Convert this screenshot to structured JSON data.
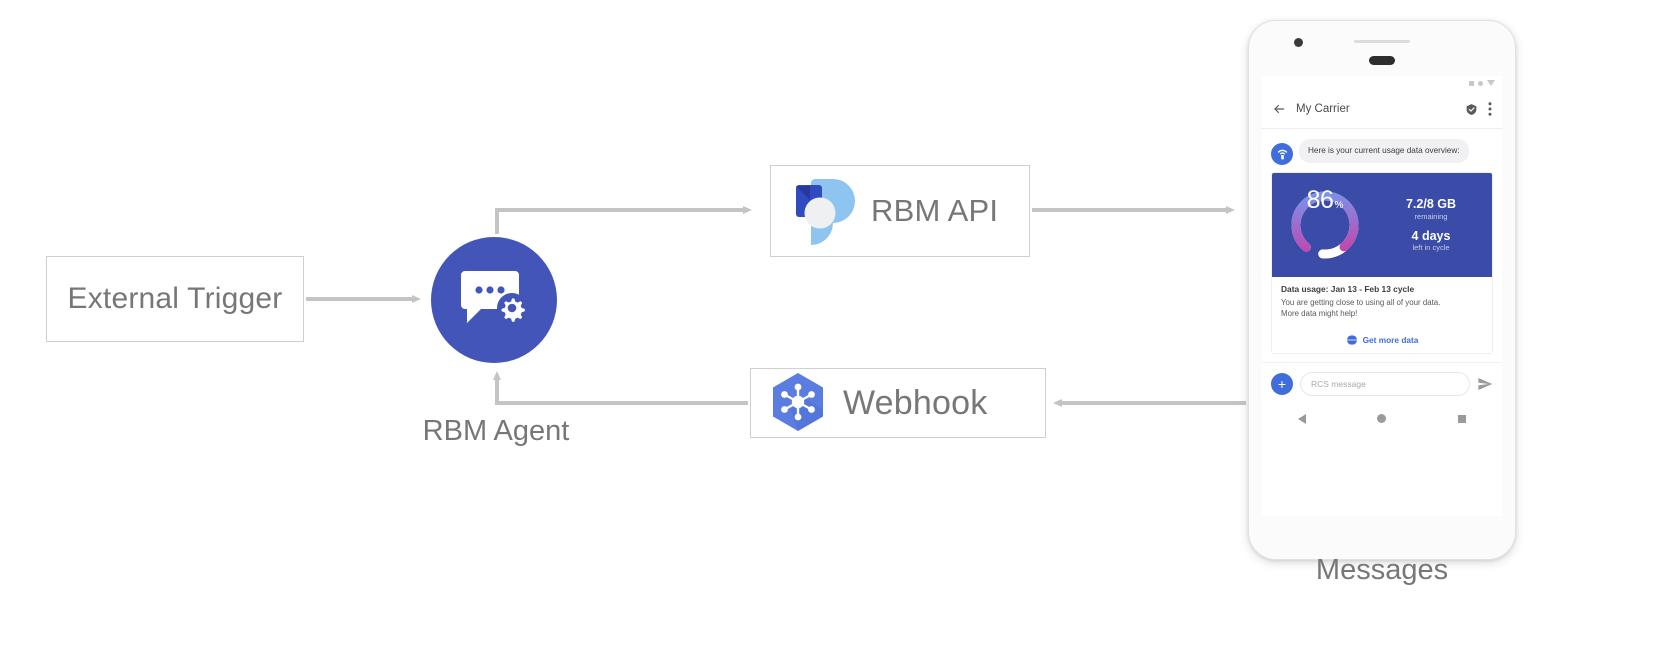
{
  "diagram": {
    "nodes": {
      "external_trigger": {
        "label": "External Trigger"
      },
      "rbm_agent": {
        "label": "RBM Agent",
        "icon": "chat-gear-icon",
        "color": "#4355b9"
      },
      "rbm_api": {
        "label": "RBM API",
        "icon": "rbm-droplet-logo"
      },
      "webhook": {
        "label": "Webhook",
        "icon": "webhook-hexagon-icon"
      }
    },
    "edges": [
      {
        "from": "External Trigger",
        "to": "RBM Agent"
      },
      {
        "from": "RBM Agent",
        "to": "RBM API"
      },
      {
        "from": "RBM API",
        "to": "Messages"
      },
      {
        "from": "Messages",
        "to": "Webhook"
      },
      {
        "from": "Webhook",
        "to": "RBM Agent"
      }
    ]
  },
  "phone": {
    "caption": "Messages",
    "status_bar": {
      "icons": [
        "signal-icon",
        "wifi-icon",
        "battery-icon"
      ]
    },
    "app_bar": {
      "back_icon": "back-arrow-icon",
      "title": "My Carrier",
      "verified_icon": "verified-shield-icon",
      "overflow_icon": "overflow-menu-icon"
    },
    "conversation": {
      "avatar_icon": "carrier-avatar-icon",
      "message": "Here is your current usage data overview:",
      "rich_card": {
        "gauge": {
          "percent": "86",
          "symbol": "%",
          "value": 86
        },
        "stats": [
          {
            "big": "7.2/8 GB",
            "small": "remaining"
          },
          {
            "big": "4 days",
            "small": "left in cycle"
          }
        ],
        "title": "Data usage: Jan 13 - Feb 13 cycle",
        "body_line1": "You are getting close to using all of your data.",
        "body_line2": "More data might help!",
        "action": {
          "icon": "globe-icon",
          "label": "Get more data"
        }
      }
    },
    "composer": {
      "plus_label": "+",
      "placeholder": "RCS message",
      "send_icon": "send-icon"
    },
    "nav_bar": {
      "back": "nav-back-icon",
      "home": "nav-home-icon",
      "recents": "nav-recents-icon"
    }
  },
  "colors": {
    "agent_blue": "#4355b9",
    "card_blue": "#3b4ba8",
    "accent_blue": "#3f6ddb",
    "gauge_pink": "#d6319a",
    "gauge_blue": "#6e9ef0",
    "wire_gray": "#c4c4c4",
    "text_gray": "#77777a"
  }
}
